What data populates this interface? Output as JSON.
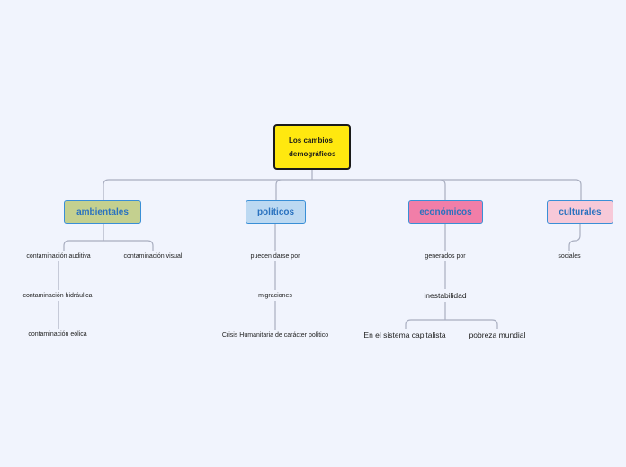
{
  "colors": {
    "root_fill": "#ffe80f",
    "ambientales_fill": "#c4d08f",
    "politicos_fill": "#bcd9f2",
    "economicos_fill": "#f17ea8",
    "culturales_fill": "#f7c9d8",
    "connector": "#a9aec0",
    "main_text": "#2a72bf",
    "main_border": "#3a8fd6"
  },
  "root": {
    "label": "Los cambios demográficos"
  },
  "main": {
    "ambientales": "ambientales",
    "politicos": "políticos",
    "economicos": "económicos",
    "culturales": "culturales"
  },
  "ambientales": {
    "auditiva": "contaminación auditiva",
    "visual": "contaminación visual",
    "hidraulica": "contaminación hidráulica",
    "eolica": "contaminación eólica"
  },
  "politicos": {
    "pueden": "pueden darse por",
    "migraciones": "migraciones",
    "crisis": "Crisis Humanitaria de carácter político"
  },
  "economicos": {
    "generados": "generados por",
    "inestabilidad": "inestabilidad",
    "capitalista": "En el sistema capitalista",
    "pobreza": "pobreza mundial"
  },
  "culturales": {
    "sociales": "sociales"
  }
}
